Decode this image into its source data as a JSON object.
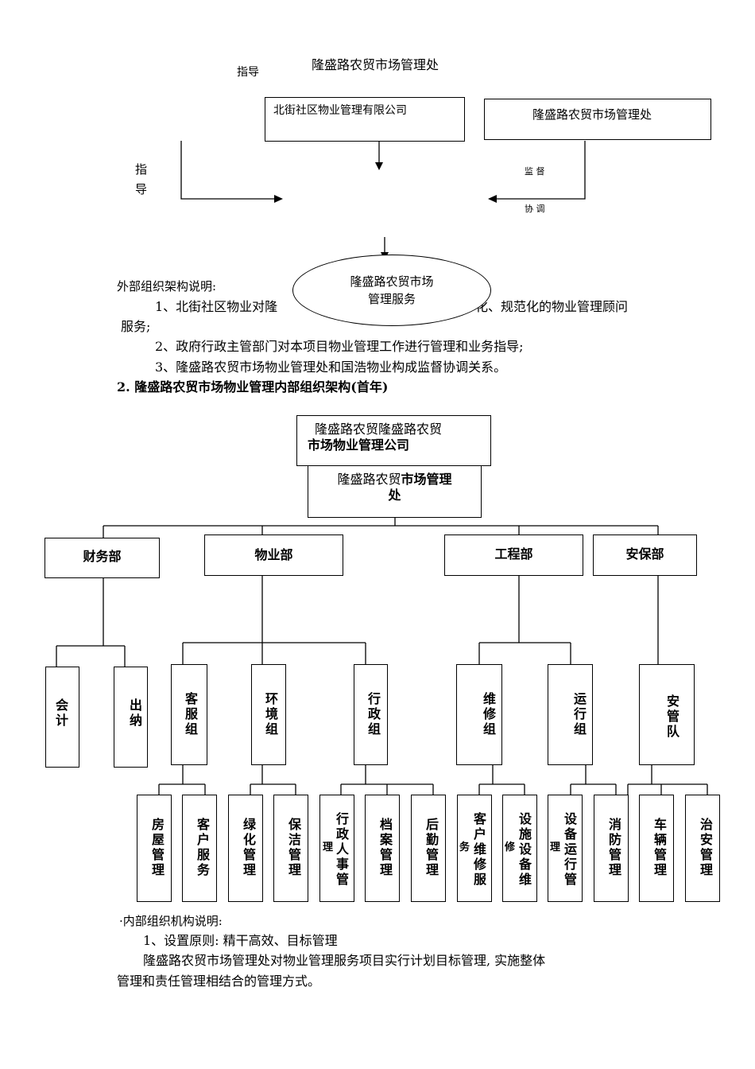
{
  "top": {
    "zhidao_1": "指导",
    "mgmt_office_title": "隆盛路农贸市场管理处",
    "company_box": "北街社区物业管理有限公司",
    "office_box": "隆盛路农贸市场管理处",
    "zhidao_2_a": "指",
    "zhidao_2_b": "导",
    "jiandu": "监 督",
    "xietiao": "协 调",
    "ellipse_line1": "隆盛路农贸市场",
    "ellipse_line2": "管理服务"
  },
  "external": {
    "heading": "外部组织架构说明:",
    "item1_start": "1、北街社区物业对隆",
    "item1_end": "化、规范化的物业管理顾问",
    "item1_cont": "服务;",
    "item2": "2、政府行政主管部门对本项目物业管理工作进行管理和业务指导;",
    "item3": "3、隆盛路农贸市场物业管理处和国浩物业构成监督协调关系。"
  },
  "section2_title": "2. 隆盛路农贸市场物业管理内部组织架构(首年)",
  "org": {
    "company_line1": "隆盛路农贸隆盛路农贸",
    "company_line2": "市场物业管理公司",
    "office_normal": "隆盛路农贸",
    "office_bold": "市场管理",
    "office_line2": "处",
    "departments": [
      "财务部",
      "物业部",
      "工程部",
      "安保部"
    ],
    "groups": [
      "会计",
      "出纳",
      "客服组",
      "环境组",
      "行政组",
      "维修组",
      "运行组",
      "安管队"
    ],
    "subgroups": [
      "房屋管理",
      "客户服务",
      "绿化管理",
      "保洁管理",
      "行政人事管",
      "档案管理",
      "后勤管理",
      "客户维修服",
      "设施设备维",
      "设备运行管",
      "消防管理",
      "车辆管理",
      "治安管理"
    ],
    "overflow_marks": [
      "理",
      "务",
      "修",
      "理"
    ]
  },
  "internal": {
    "heading": "·内部组织机构说明:",
    "item1": "1、设置原则: 精干高效、目标管理",
    "para_line1": "隆盛路农贸市场管理处对物业管理服务项目实行计划目标管理, 实施整体",
    "para_line2": "管理和责任管理相结合的管理方式。"
  }
}
